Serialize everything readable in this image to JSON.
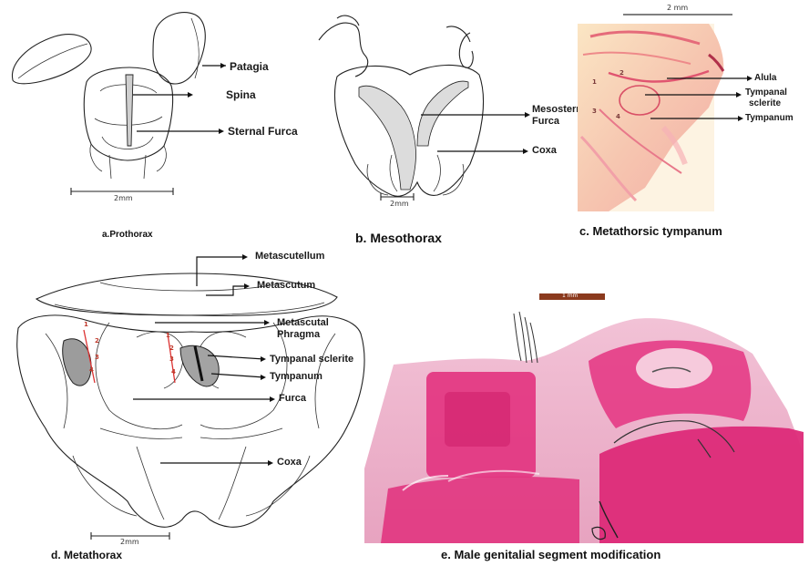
{
  "panels": {
    "a": {
      "caption": "a.Prothorax",
      "scale": "2mm",
      "labels": {
        "patagia": "Patagia",
        "spina": "Spina",
        "sternal_furca": "Sternal Furca"
      }
    },
    "b": {
      "caption": "b. Mesothorax",
      "scale": "2mm",
      "labels": {
        "mesosternal_furca_1": "Mesosternal",
        "mesosternal_furca_2": "Furca",
        "coxa": "Coxa"
      }
    },
    "c": {
      "caption": "c. Metathorsic tympanum",
      "scale": "2 mm",
      "labels": {
        "alula": "Alula",
        "tympanal_sclerite_1": "Tympanal",
        "tympanal_sclerite_2": "sclerite",
        "tympanum": "Tympanum"
      }
    },
    "d": {
      "caption": "d. Metathorax",
      "scale": "2mm",
      "labels": {
        "metascutellum": "Metascutellum",
        "metascutum": "Metascutum",
        "metascutal_phragma_1": "Metascutal",
        "metascutal_phragma_2": "Phragma",
        "tympanal_sclerite": "Tympanal sclerite",
        "tympanum": "Tympanum",
        "furca": "Furca",
        "coxa": "Coxa"
      },
      "numbers": [
        "1",
        "2",
        "3",
        "4"
      ]
    },
    "e": {
      "caption": "e. Male genitalial segment modification",
      "scale": "1 mm"
    }
  },
  "colors": {
    "ink": "#222222",
    "magenta": "#e0206e",
    "pink_light": "#f3b6cf",
    "scale_bar_e": "#8b3a1e",
    "tympanum_bg": "#f7d9a8"
  }
}
